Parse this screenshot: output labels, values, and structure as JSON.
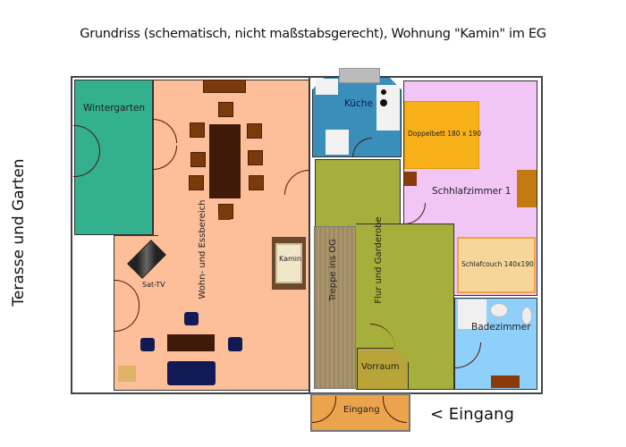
{
  "title": "Grundriss (schematisch, nicht maßstabsgerecht), Wohnung \"Kamin\" im EG",
  "side_label": "Terasse und Garten",
  "entrance_label": "< Eingang",
  "colors": {
    "wintergarten": "#33b08e",
    "wohn": "#fdbe9a",
    "kueche": "#3a8fba",
    "schlaf": "#f1c6f5",
    "flur": "#a6ae3c",
    "treppe": "#9f8a63",
    "bad": "#8fd0fb",
    "vorraum": "#b9a43a",
    "eingang": "#eba34c",
    "doppelbett": "#f7b01a",
    "schlafcouch": "#f6d69a"
  },
  "rooms": {
    "wintergarten": "Wintergarten",
    "wohn": "Wohn- und Essbereich",
    "kueche": "Küche",
    "schlaf": "Schhlafzimmer 1",
    "flur": "Flur und Garderobe",
    "treppe": "Treppe ins OG",
    "bad": "Badezimmer",
    "vorraum": "Vorraum",
    "eingang": "Eingang"
  },
  "furniture": {
    "doppelbett": "Doppelbett 180 x 190",
    "schlafcouch": "Schlafcouch 140x190",
    "kamin": "Kamin",
    "tv": "Sat-TV"
  }
}
